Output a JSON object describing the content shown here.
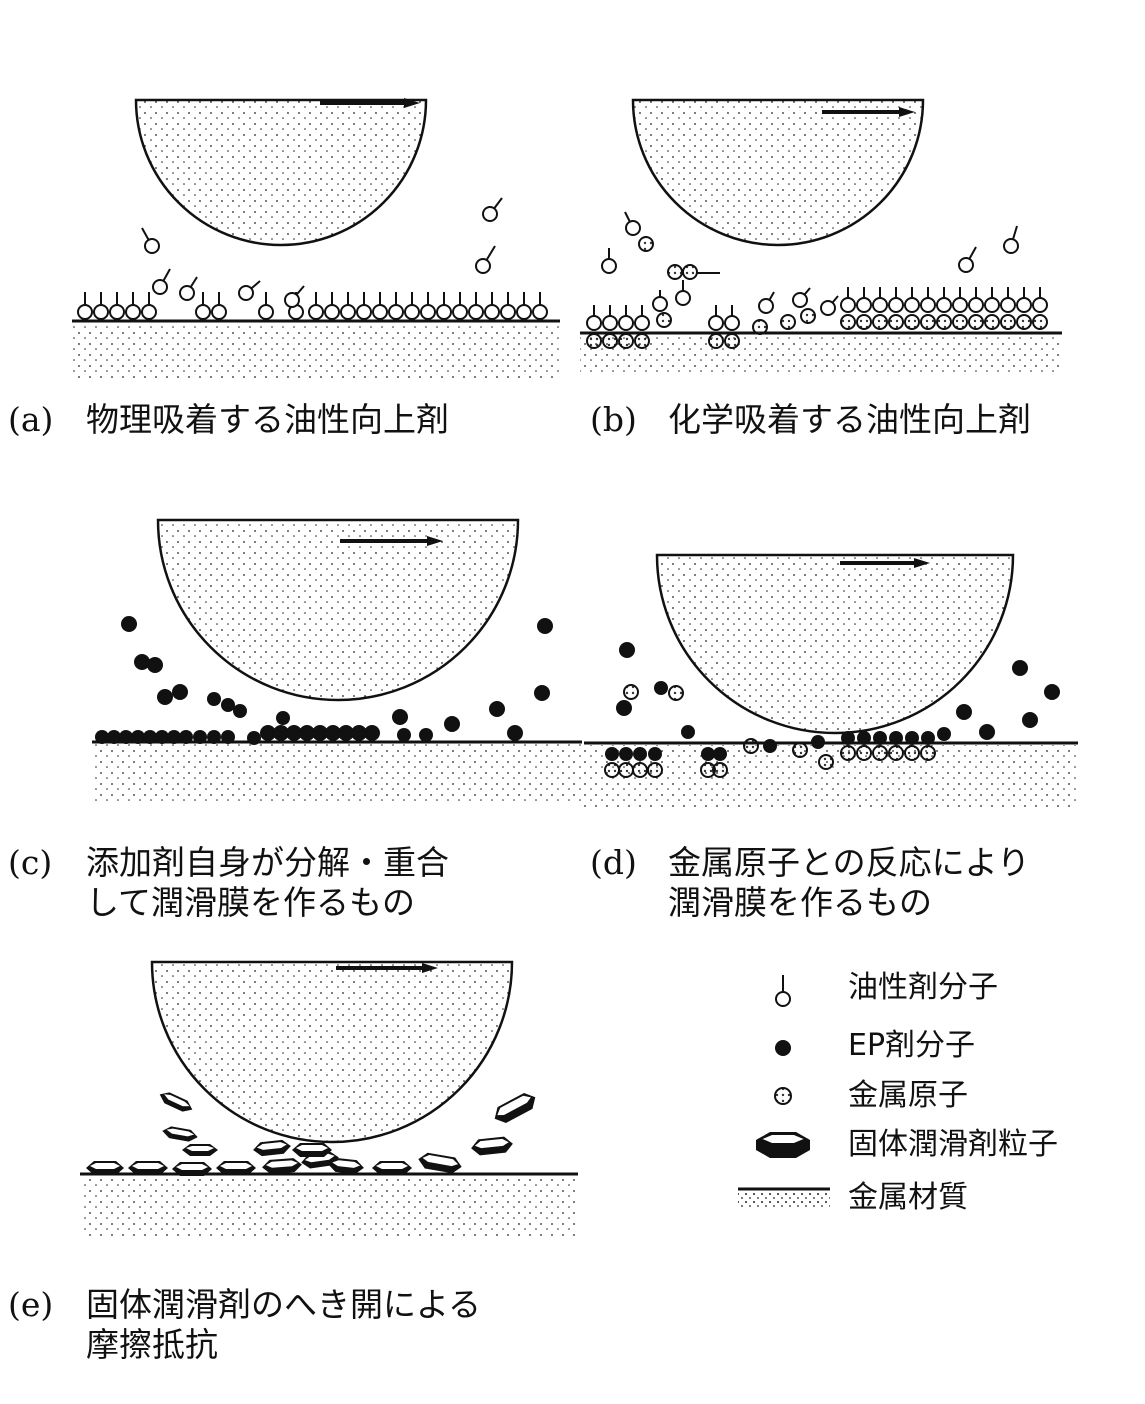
{
  "panels": [
    {
      "label": "(a)",
      "text": [
        "物理吸着する油性向上剤"
      ]
    },
    {
      "label": "(b)",
      "text": [
        "化学吸着する油性向上剤"
      ]
    },
    {
      "label": "(c)",
      "text": [
        "添加剤自身が分解・重合",
        "して潤滑膜を作るもの"
      ]
    },
    {
      "label": "(d)",
      "text": [
        "金属原子との反応により",
        "潤滑膜を作るもの"
      ]
    },
    {
      "label": "(e)",
      "text": [
        "固体潤滑剤のへき開による",
        "摩擦抵抗"
      ]
    }
  ],
  "legend": [
    {
      "icon": "oiliness-molecule-icon",
      "label": "油性剤分子"
    },
    {
      "icon": "ep-molecule-icon",
      "label": "EP剤分子"
    },
    {
      "icon": "metal-atom-icon",
      "label": "金属原子"
    },
    {
      "icon": "solid-lubricant-particle-icon",
      "label": "固体潤滑剤粒子"
    },
    {
      "icon": "metal-material-icon",
      "label": "金属材質"
    }
  ]
}
